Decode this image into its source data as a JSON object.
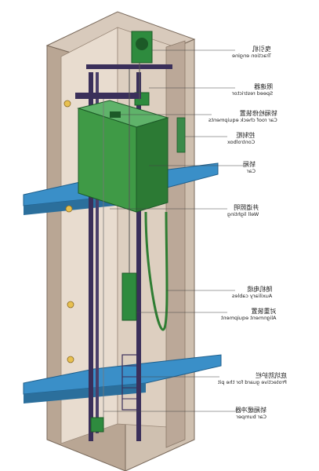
{
  "labels": [
    {
      "zh": "曳引机",
      "en": "Traction engine"
    },
    {
      "zh": "限速器",
      "en": "Speed restrictor"
    },
    {
      "zh": "轿厢检修装置",
      "en": "Car roof check equipments"
    },
    {
      "zh": "控制柜",
      "en": "Controlbox"
    },
    {
      "zh": "轿厢",
      "en": "Car"
    },
    {
      "zh": "井道照明",
      "en": "Well lighting"
    },
    {
      "zh": "随机电缆",
      "en": "Auxiliary cables"
    },
    {
      "zh": "对重装置",
      "en": "Alignment equipment"
    },
    {
      "zh": "底坑防护栏",
      "en": "Protective guard for the pit"
    },
    {
      "zh": "轿厢缓冲器",
      "en": "Car bumper"
    }
  ],
  "colors": {
    "shaft_wall": "#c8b8a8",
    "shaft_wall_dark": "#a89080",
    "floor_slab": "#3a8fc8",
    "car": "#3f9a46",
    "car_dark": "#2c7a34",
    "rail": "#3a2f5a",
    "cable": "#2e7d32"
  }
}
